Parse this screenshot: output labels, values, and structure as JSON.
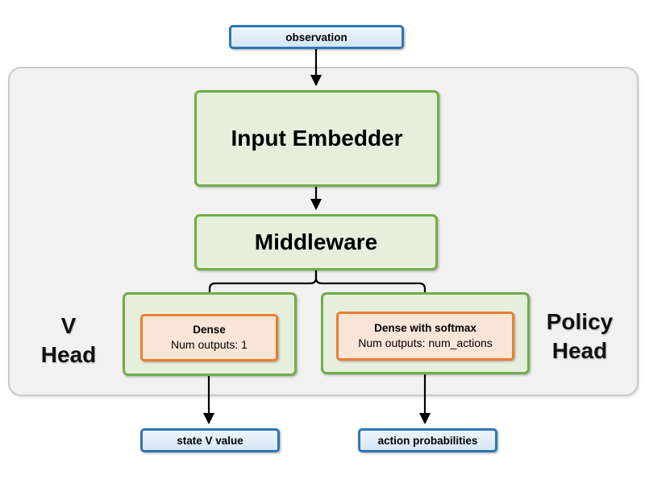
{
  "diagram": {
    "nodes": {
      "observation": {
        "label": "observation"
      },
      "input_embedder": {
        "label": "Input Embedder"
      },
      "middleware": {
        "label": "Middleware"
      },
      "v_head": {
        "label_line1": "V",
        "label_line2": "Head"
      },
      "policy_head": {
        "label_line1": "Policy",
        "label_line2": "Head"
      },
      "dense": {
        "title": "Dense",
        "subtitle": "Num outputs: 1"
      },
      "dense_with_softmax": {
        "title": "Dense with softmax",
        "subtitle": "Num outputs: num_actions"
      },
      "state_v_value": {
        "label": "state V value"
      },
      "action_probabilities": {
        "label": "action probabilities"
      }
    },
    "edges": [
      {
        "from": "observation",
        "to": "input_embedder"
      },
      {
        "from": "input_embedder",
        "to": "middleware"
      },
      {
        "from": "middleware",
        "to": "dense"
      },
      {
        "from": "middleware",
        "to": "dense_with_softmax"
      },
      {
        "from": "dense",
        "to": "state_v_value"
      },
      {
        "from": "dense_with_softmax",
        "to": "action_probabilities"
      }
    ],
    "colors": {
      "io_fill": "#dbe9f7",
      "io_border": "#2e75b6",
      "component_fill": "#e5efdc",
      "component_border": "#70ad47",
      "layer_fill": "#fbe5d6",
      "layer_border": "#ed7d31",
      "container_fill": "#f1f1f2",
      "container_border": "#c9cacb",
      "arrow": "#000000"
    }
  }
}
